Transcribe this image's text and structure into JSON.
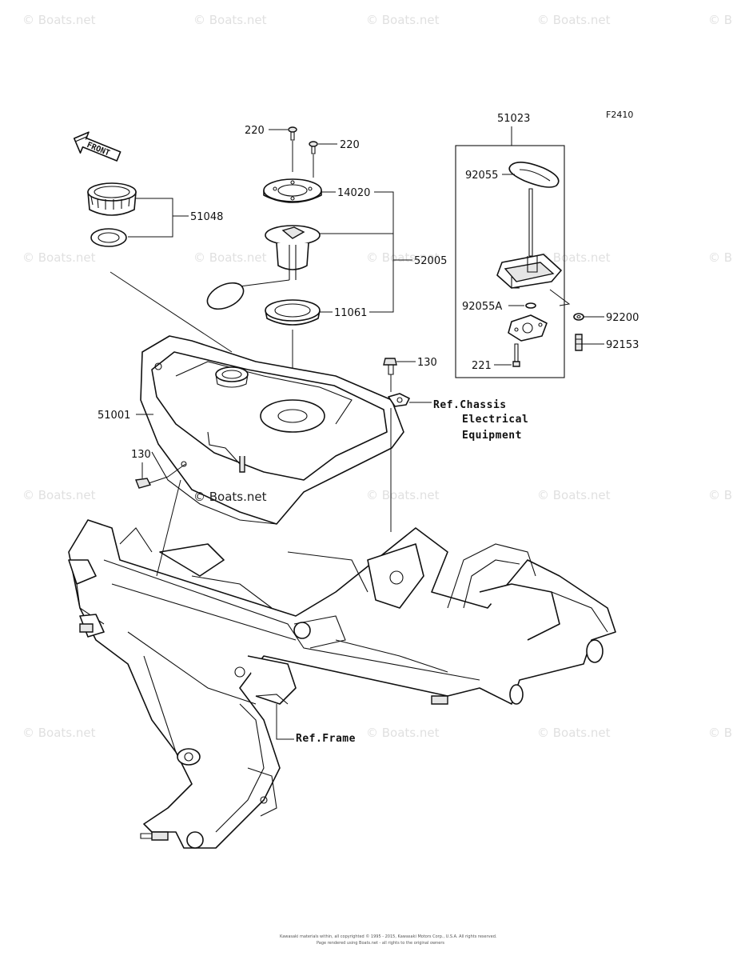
{
  "diagram": {
    "figure_code": "F2410",
    "front_label": "FRONT",
    "watermark": "© Boats.net",
    "callouts": {
      "c51023": "51023",
      "c92055": "92055",
      "c92055A": "92055A",
      "c92200": "92200",
      "c92153": "92153",
      "c221": "221",
      "c220a": "220",
      "c220b": "220",
      "c14020": "14020",
      "c52005": "52005",
      "c11061": "11061",
      "c51048": "51048",
      "c130a": "130",
      "c130b": "130",
      "c51001": "51001"
    },
    "references": {
      "chassis_1": "Ref.Chassis",
      "chassis_2": "Electrical",
      "chassis_3": "Equipment",
      "frame": "Ref.Frame"
    },
    "footer": {
      "line1": "Kawasaki materials within, all copyrighted © 1995 - 2015, Kawasaki Motors Corp., U.S.A. All rights reserved.",
      "line2": "Page rendered using Boats.net - all rights to the original owners"
    }
  }
}
